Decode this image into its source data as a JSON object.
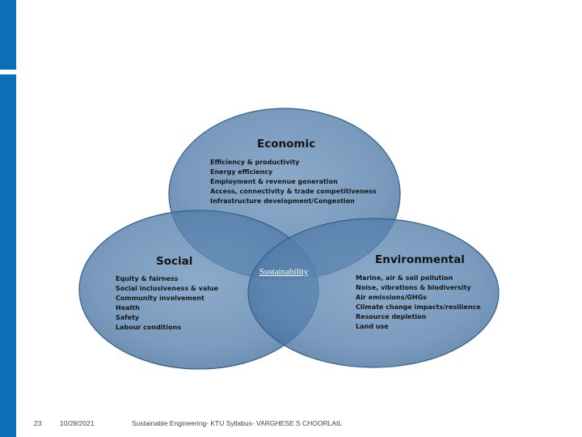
{
  "diagram": {
    "economic": {
      "title": "Economic",
      "items": [
        "Efficiency & productivity",
        "Energy efficiency",
        "Employment & revenue generation",
        "Access, connectivity & trade competitiveness",
        "Infrastructure development/Congestion"
      ]
    },
    "social": {
      "title": "Social",
      "items": [
        "Equity & fairness",
        "Social inclusiveness & value",
        "Community involvement",
        "Health",
        "Safety",
        "Labour conditions"
      ]
    },
    "environmental": {
      "title": "Environmental",
      "items": [
        "Marine, air & soil pollution",
        "Noise, vibrations & biodiversity",
        "Air emissions/GHGs",
        "Climate change impacts/resilience",
        "Resource depletion",
        "Land use"
      ]
    },
    "center_label": "Sustainability",
    "colors": {
      "circle_fill": "#4d79a6",
      "circle_edge": "#34608c",
      "accent_bar": "#0a6fb8"
    }
  },
  "footer": {
    "page_number": "23",
    "date": "10/28/2021",
    "text": "Sustainable Engineering- KTU Syllabus- VARGHESE S CHOORLAIL"
  }
}
